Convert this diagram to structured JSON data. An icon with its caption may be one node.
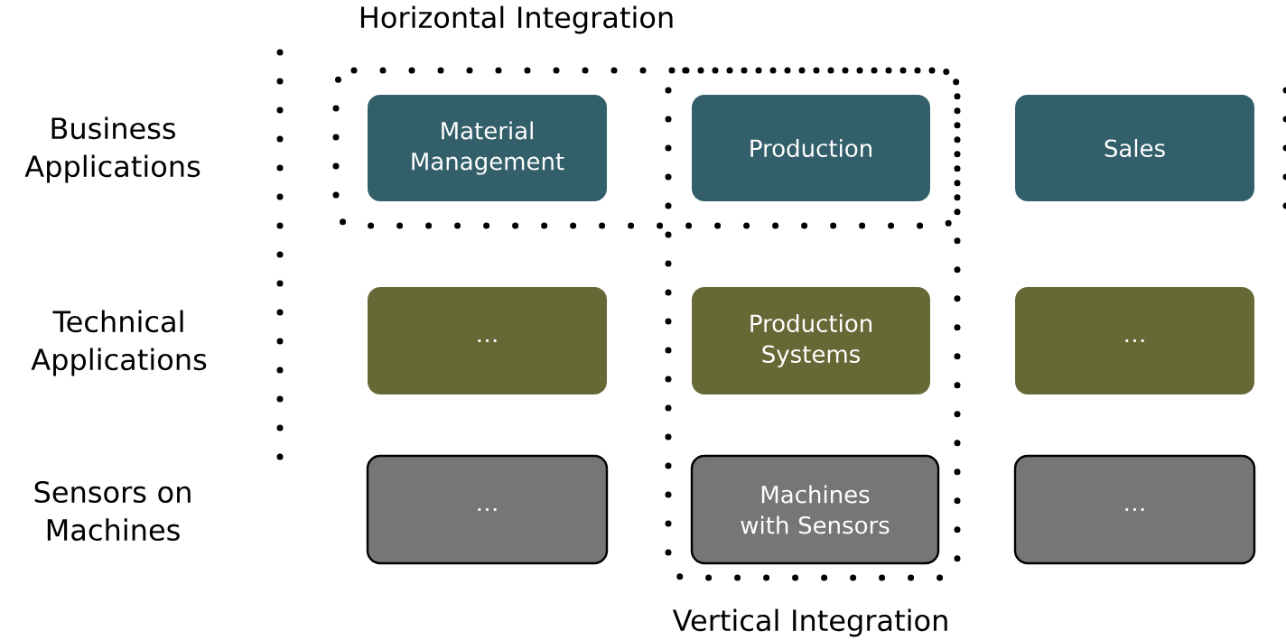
{
  "diagram": {
    "nodes": [
      {
        "text": [
          "Material Management"
        ]
      },
      {
        "text": [
          "Production"
        ]
      },
      {
        "text": [
          "Sales"
        ]
      },
      {
        "text": [
          "…"
        ]
      },
      {
        "text": [
          "Production Systems"
        ]
      },
      {
        "text": [
          "…"
        ]
      },
      {
        "text": [
          "…"
        ]
      },
      {
        "text": [
          "Machines with Sensors"
        ]
      },
      {
        "text": [
          "…"
        ]
      }
    ],
    "labels": [
      "Horizontal Integration",
      "Business Applications",
      "Technical Applications",
      "Sensors on Machines",
      "Vertical Integration"
    ]
  }
}
